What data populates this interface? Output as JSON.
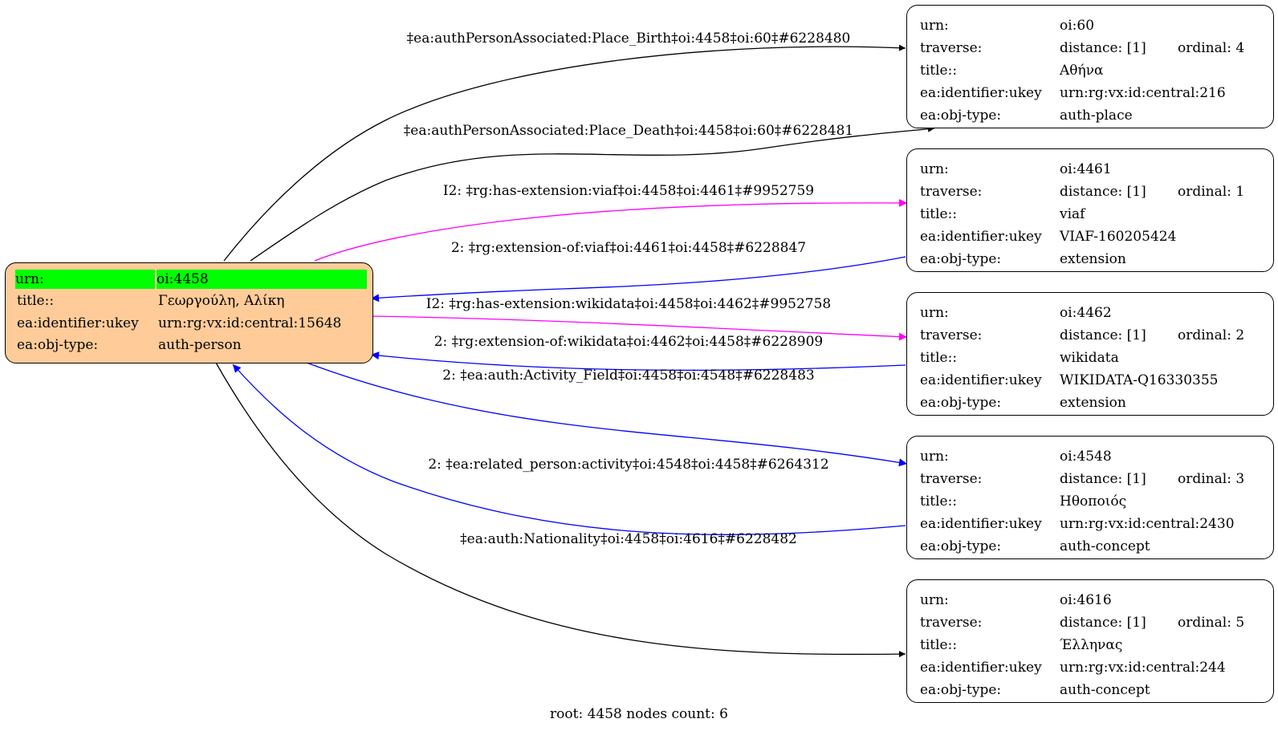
{
  "root_node": {
    "id": "oi:4458",
    "fill": "#ffcc99",
    "highlight": "#00ff00",
    "rows": [
      {
        "key": "urn:",
        "value": "oi:4458"
      },
      {
        "key": "title::",
        "value": "Γεωργούλη, Αλίκη"
      },
      {
        "key": "ea:identifier:ukey",
        "value": "urn:rg:vx:id:central:15648"
      },
      {
        "key": "ea:obj-type:",
        "value": "auth-person"
      }
    ]
  },
  "nodes": [
    {
      "id": "oi:60",
      "urn_key": "urn:",
      "urn": "oi:60",
      "traverse_key": "traverse:",
      "distance": "distance: [1]",
      "ordinal": "ordinal: 4",
      "title_key": "title::",
      "title": "Αθήνα",
      "ukey_key": "ea:identifier:ukey",
      "ukey": "urn:rg:vx:id:central:216",
      "type_key": "ea:obj-type:",
      "type": "auth-place"
    },
    {
      "id": "oi:4461",
      "urn_key": "urn:",
      "urn": "oi:4461",
      "traverse_key": "traverse:",
      "distance": "distance: [1]",
      "ordinal": "ordinal: 1",
      "title_key": "title::",
      "title": "viaf",
      "ukey_key": "ea:identifier:ukey",
      "ukey": "VIAF-160205424",
      "type_key": "ea:obj-type:",
      "type": "extension"
    },
    {
      "id": "oi:4462",
      "urn_key": "urn:",
      "urn": "oi:4462",
      "traverse_key": "traverse:",
      "distance": "distance: [1]",
      "ordinal": "ordinal: 2",
      "title_key": "title::",
      "title": "wikidata",
      "ukey_key": "ea:identifier:ukey",
      "ukey": "WIKIDATA-Q16330355",
      "type_key": "ea:obj-type:",
      "type": "extension"
    },
    {
      "id": "oi:4548",
      "urn_key": "urn:",
      "urn": "oi:4548",
      "traverse_key": "traverse:",
      "distance": "distance: [1]",
      "ordinal": "ordinal: 3",
      "title_key": "title::",
      "title": "Ηθοποιός",
      "ukey_key": "ea:identifier:ukey",
      "ukey": "urn:rg:vx:id:central:2430",
      "type_key": "ea:obj-type:",
      "type": "auth-concept"
    },
    {
      "id": "oi:4616",
      "urn_key": "urn:",
      "urn": "oi:4616",
      "traverse_key": "traverse:",
      "distance": "distance: [1]",
      "ordinal": "ordinal: 5",
      "title_key": "title::",
      "title": "Έλληνας",
      "ukey_key": "ea:identifier:ukey",
      "ukey": "urn:rg:vx:id:central:244",
      "type_key": "ea:obj-type:",
      "type": "auth-concept"
    }
  ],
  "edges": [
    {
      "from": "oi:4458",
      "to": "oi:60",
      "color": "#000000",
      "label": "‡ea:authPersonAssociated:Place_Birth‡oi:4458‡oi:60‡#6228480"
    },
    {
      "from": "oi:4458",
      "to": "oi:60",
      "color": "#000000",
      "label": "‡ea:authPersonAssociated:Place_Death‡oi:4458‡oi:60‡#6228481"
    },
    {
      "from": "oi:4458",
      "to": "oi:4461",
      "color": "#ff00ff",
      "label": "I2: ‡rg:has-extension:viaf‡oi:4458‡oi:4461‡#9952759"
    },
    {
      "from": "oi:4461",
      "to": "oi:4458",
      "color": "#0000ff",
      "label": "2: ‡rg:extension-of:viaf‡oi:4461‡oi:4458‡#6228847"
    },
    {
      "from": "oi:4458",
      "to": "oi:4462",
      "color": "#ff00ff",
      "label": "I2: ‡rg:has-extension:wikidata‡oi:4458‡oi:4462‡#9952758"
    },
    {
      "from": "oi:4462",
      "to": "oi:4458",
      "color": "#0000ff",
      "label": "2: ‡rg:extension-of:wikidata‡oi:4462‡oi:4458‡#6228909"
    },
    {
      "from": "oi:4458",
      "to": "oi:4548",
      "color": "#0000ff",
      "label": "2: ‡ea:auth:Activity_Field‡oi:4458‡oi:4548‡#6228483"
    },
    {
      "from": "oi:4548",
      "to": "oi:4458",
      "color": "#0000ff",
      "label": "2: ‡ea:related_person:activity‡oi:4548‡oi:4458‡#6264312"
    },
    {
      "from": "oi:4458",
      "to": "oi:4616",
      "color": "#000000",
      "label": "‡ea:auth:Nationality‡oi:4458‡oi:4616‡#6228482"
    }
  ],
  "caption": "root: 4458 nodes count: 6"
}
